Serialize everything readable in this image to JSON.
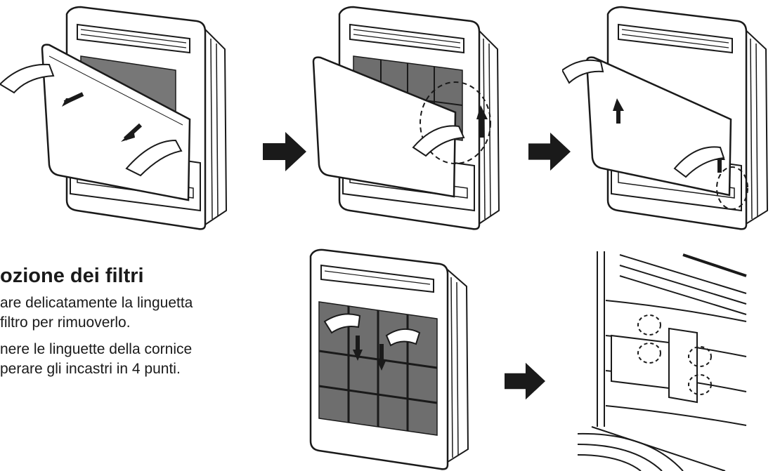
{
  "section": {
    "heading": "ozione dei filtri",
    "step1": {
      "line1": "are delicatamente la linguetta",
      "line2": " filtro per rimuoverlo."
    },
    "step2": {
      "line1": "nere le linguette della cornice",
      "line2": "perare gli incastri in 4 punti."
    }
  },
  "colors": {
    "ink": "#1a1a1a",
    "filter_mesh": "#6e6e6e",
    "arrow": "#222222"
  },
  "figures": [
    {
      "name": "open-panel-pull-edges"
    },
    {
      "name": "lift-panel-tab"
    },
    {
      "name": "raise-front-panel"
    },
    {
      "name": "pull-filter-tabs"
    },
    {
      "name": "release-frame-clips-4-points"
    }
  ]
}
